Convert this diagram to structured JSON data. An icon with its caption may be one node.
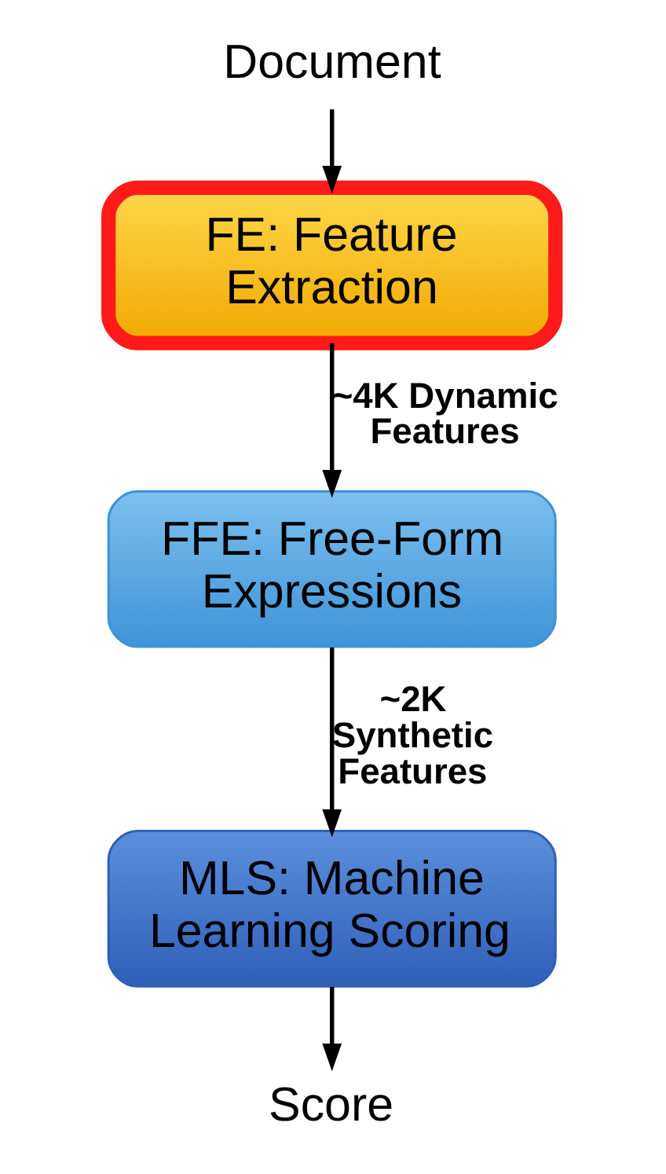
{
  "diagram": {
    "nodes": [
      {
        "text": [
          "Document"
        ]
      },
      {
        "text": [
          "FE: Feature Extraction"
        ]
      },
      {
        "text": [
          "FFE: Free-Form Expressions"
        ]
      },
      {
        "text": [
          "MLS: Machine Learning Scoring"
        ]
      },
      {
        "text": [
          "Score"
        ]
      }
    ],
    "edges": [
      {
        "from": 0,
        "to": 1,
        "arrow": "to"
      },
      {
        "from": 1,
        "to": 2,
        "arrow": "to",
        "label": "~4K Dynamic Features"
      },
      {
        "from": 2,
        "to": 3,
        "arrow": "to",
        "label": "~2K Synthetic Features"
      },
      {
        "from": 3,
        "to": 4,
        "arrow": "to"
      }
    ]
  }
}
